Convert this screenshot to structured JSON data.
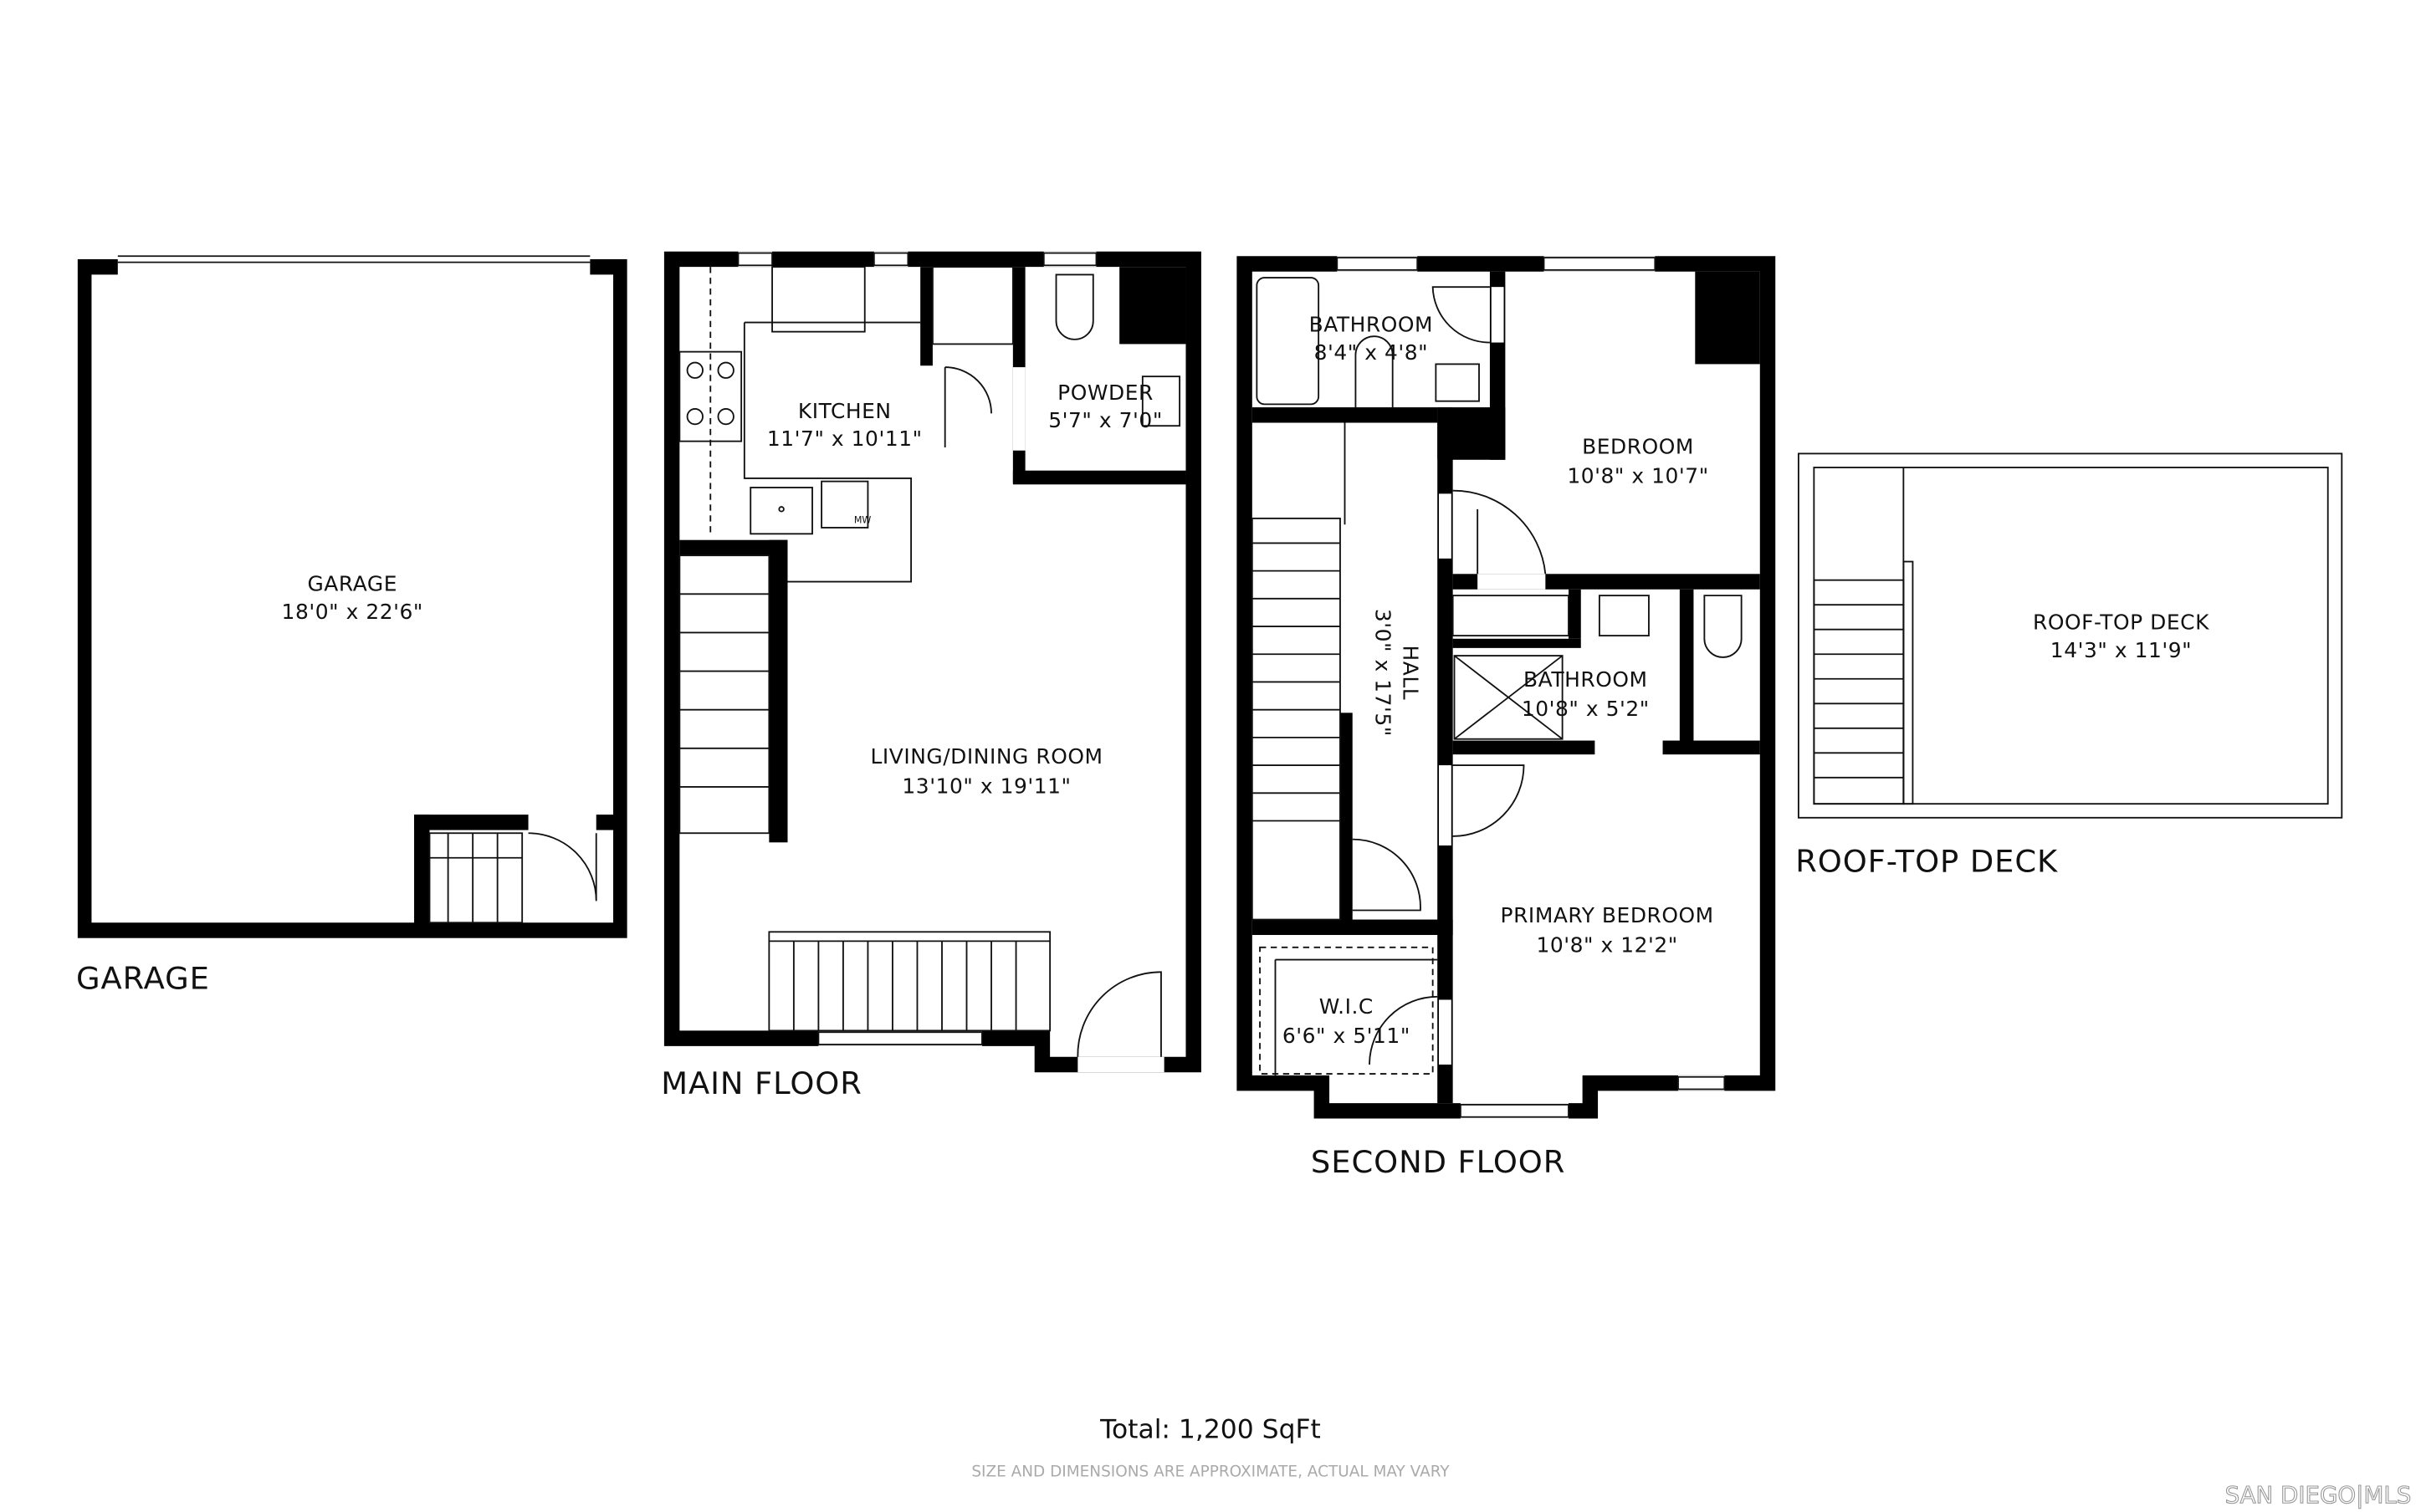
{
  "floors": {
    "garage": {
      "title": "GARAGE",
      "rooms": [
        {
          "name": "GARAGE",
          "size": "18'0\" x 22'6\""
        }
      ]
    },
    "main": {
      "title": "MAIN FLOOR",
      "rooms": [
        {
          "name": "KITCHEN",
          "size": "11'7\" x 10'11\""
        },
        {
          "name": "POWDER",
          "size": "5'7\" x 7'0\""
        },
        {
          "name": "LIVING/DINING ROOM",
          "size": "13'10\" x 19'11\""
        }
      ],
      "appliance_label": "MW"
    },
    "second": {
      "title": "SECOND FLOOR",
      "rooms": [
        {
          "name": "BATHROOM",
          "size": "8'4\" x 4'8\""
        },
        {
          "name": "BEDROOM",
          "size": "10'8\" x 10'7\""
        },
        {
          "name": "HALL",
          "size": "3'0\" x 17'5\""
        },
        {
          "name": "BATHROOM",
          "size": "10'8\" x 5'2\""
        },
        {
          "name": "PRIMARY BEDROOM",
          "size": "10'8\" x 12'2\""
        },
        {
          "name": "W.I.C",
          "size": "6'6\" x 5'11\""
        }
      ]
    },
    "roof": {
      "title": "ROOF-TOP DECK",
      "rooms": [
        {
          "name": "ROOF-TOP DECK",
          "size": "14'3\" x 11'9\""
        }
      ]
    }
  },
  "total": "Total: 1,200 SqFt",
  "disclaimer": "SIZE AND DIMENSIONS ARE APPROXIMATE, ACTUAL MAY VARY",
  "watermark": "SAN DIEGO|MLS",
  "colors": {
    "wall": "#000000",
    "background": "#ffffff",
    "note": "#aaaaaa"
  }
}
